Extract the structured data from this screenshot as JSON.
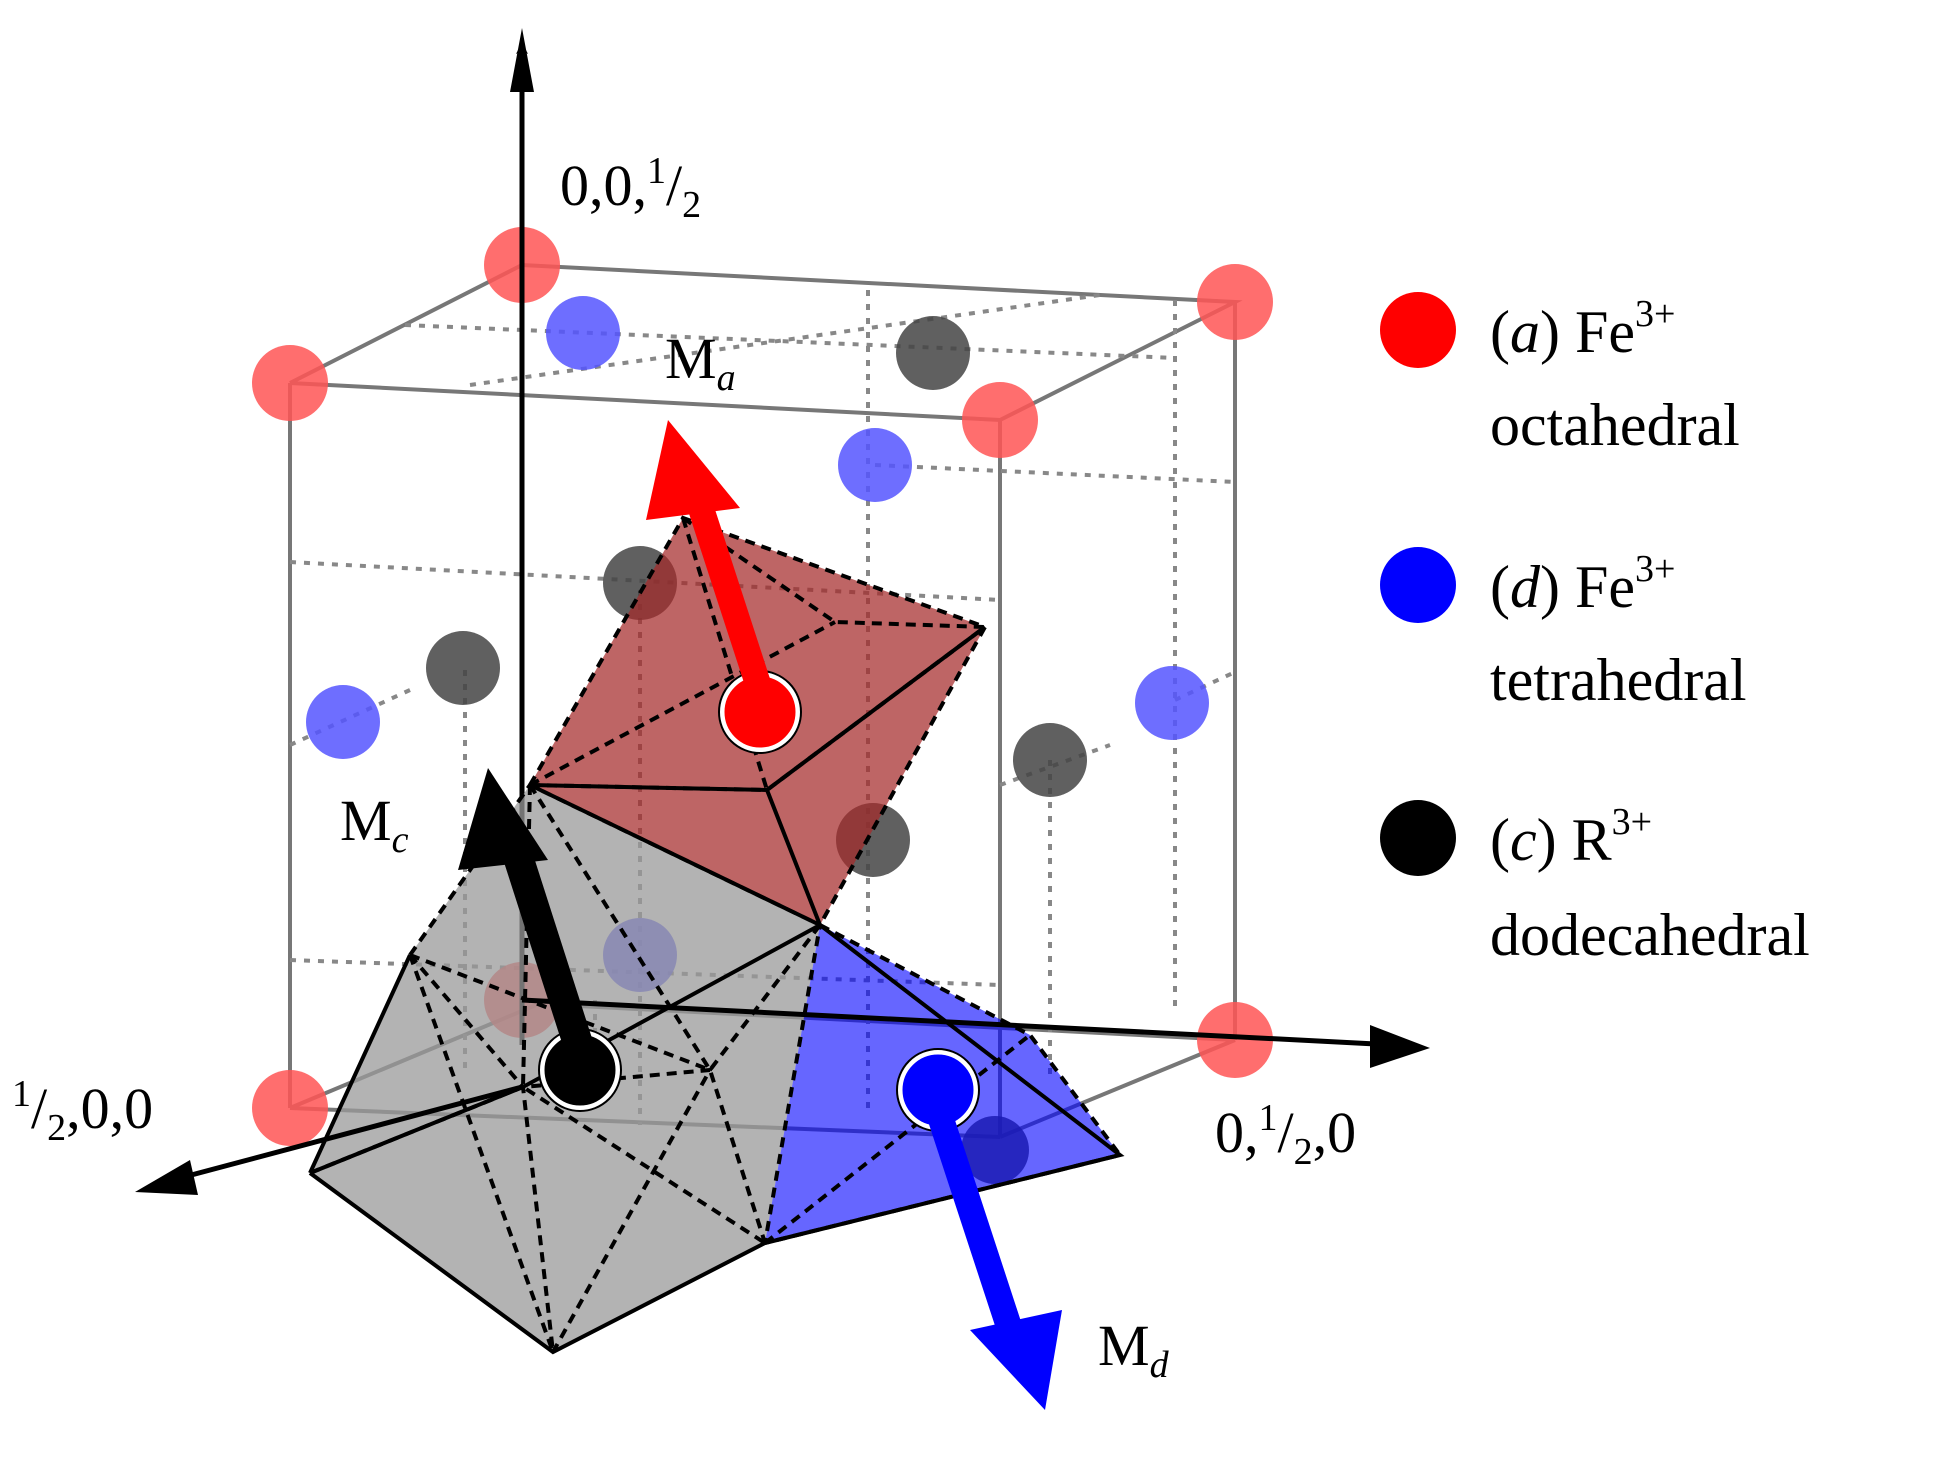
{
  "axes": {
    "z_label": {
      "n1": "0,0,",
      "frac_num": "1",
      "frac_slash": "/",
      "frac_den": "2"
    },
    "x_label": {
      "frac_num": "1",
      "frac_slash": "/",
      "frac_den": "2",
      "rest": ",0,0"
    },
    "y_label": {
      "pre": "0,",
      "frac_num": "1",
      "frac_slash": "/",
      "frac_den": "2",
      "rest": ",0"
    }
  },
  "moments": {
    "a": {
      "base": "M",
      "sub": "a",
      "color": "#ff0000"
    },
    "c": {
      "base": "M",
      "sub": "c",
      "color": "#000000"
    },
    "d": {
      "base": "M",
      "sub": "d",
      "color": "#0000ff"
    }
  },
  "legend": [
    {
      "site": "a",
      "open": "(",
      "close": ")",
      "ion": "Fe",
      "charge": "3+",
      "coord": "octahedral",
      "color": "#ff0000"
    },
    {
      "site": "d",
      "open": "(",
      "close": ")",
      "ion": "Fe",
      "charge": "3+",
      "coord": "tetrahedral",
      "color": "#0000ff"
    },
    {
      "site": "c",
      "open": "(",
      "close": ")",
      "ion": "R",
      "charge": "3+",
      "coord": "dodecahedral",
      "color": "#000000"
    }
  ],
  "colors": {
    "octahedron": "#a52a2a",
    "tetrahedron": "#0000ff",
    "dodecahedron": "#9a9a9a",
    "atom_a": "#ff5555",
    "atom_d": "#5555ff",
    "atom_c": "#444444"
  }
}
